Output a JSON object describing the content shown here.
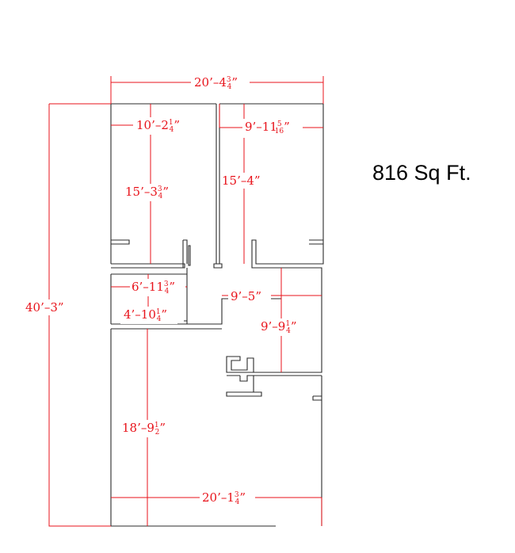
{
  "floorplan": {
    "area_label": "816 Sq Ft.",
    "dimensions": {
      "overall_width": {
        "main": "20’–4",
        "num": "3",
        "den": "4",
        "end": "”"
      },
      "overall_depth": {
        "main": "40’–3”"
      },
      "room1_width": {
        "main": "10’–2",
        "num": "1",
        "den": "4",
        "end": "”"
      },
      "room1_depth": {
        "main": "15’–3",
        "num": "3",
        "den": "4",
        "end": "”"
      },
      "room2_width": {
        "main": "9’–11",
        "num": "5",
        "den": "16",
        "end": "”"
      },
      "room2_depth": {
        "main": "15’–4”"
      },
      "bath_width": {
        "main": "6’–11",
        "num": "3",
        "den": "4",
        "end": "”"
      },
      "bath_depth": {
        "main": "4’–10",
        "num": "1",
        "den": "4",
        "end": "”"
      },
      "hall_width": {
        "main": "9’–5”"
      },
      "hall_depth": {
        "main": "9’–9",
        "num": "1",
        "den": "4",
        "end": "”"
      },
      "main_depth": {
        "main": "18’–9",
        "num": "1",
        "den": "2",
        "end": "”"
      },
      "main_width": {
        "main": "20’–1",
        "num": "3",
        "den": "4",
        "end": "”"
      }
    },
    "colors": {
      "dimension_lines": "#e8131b",
      "walls": "#2b2b2b",
      "area_text": "#000000"
    }
  }
}
